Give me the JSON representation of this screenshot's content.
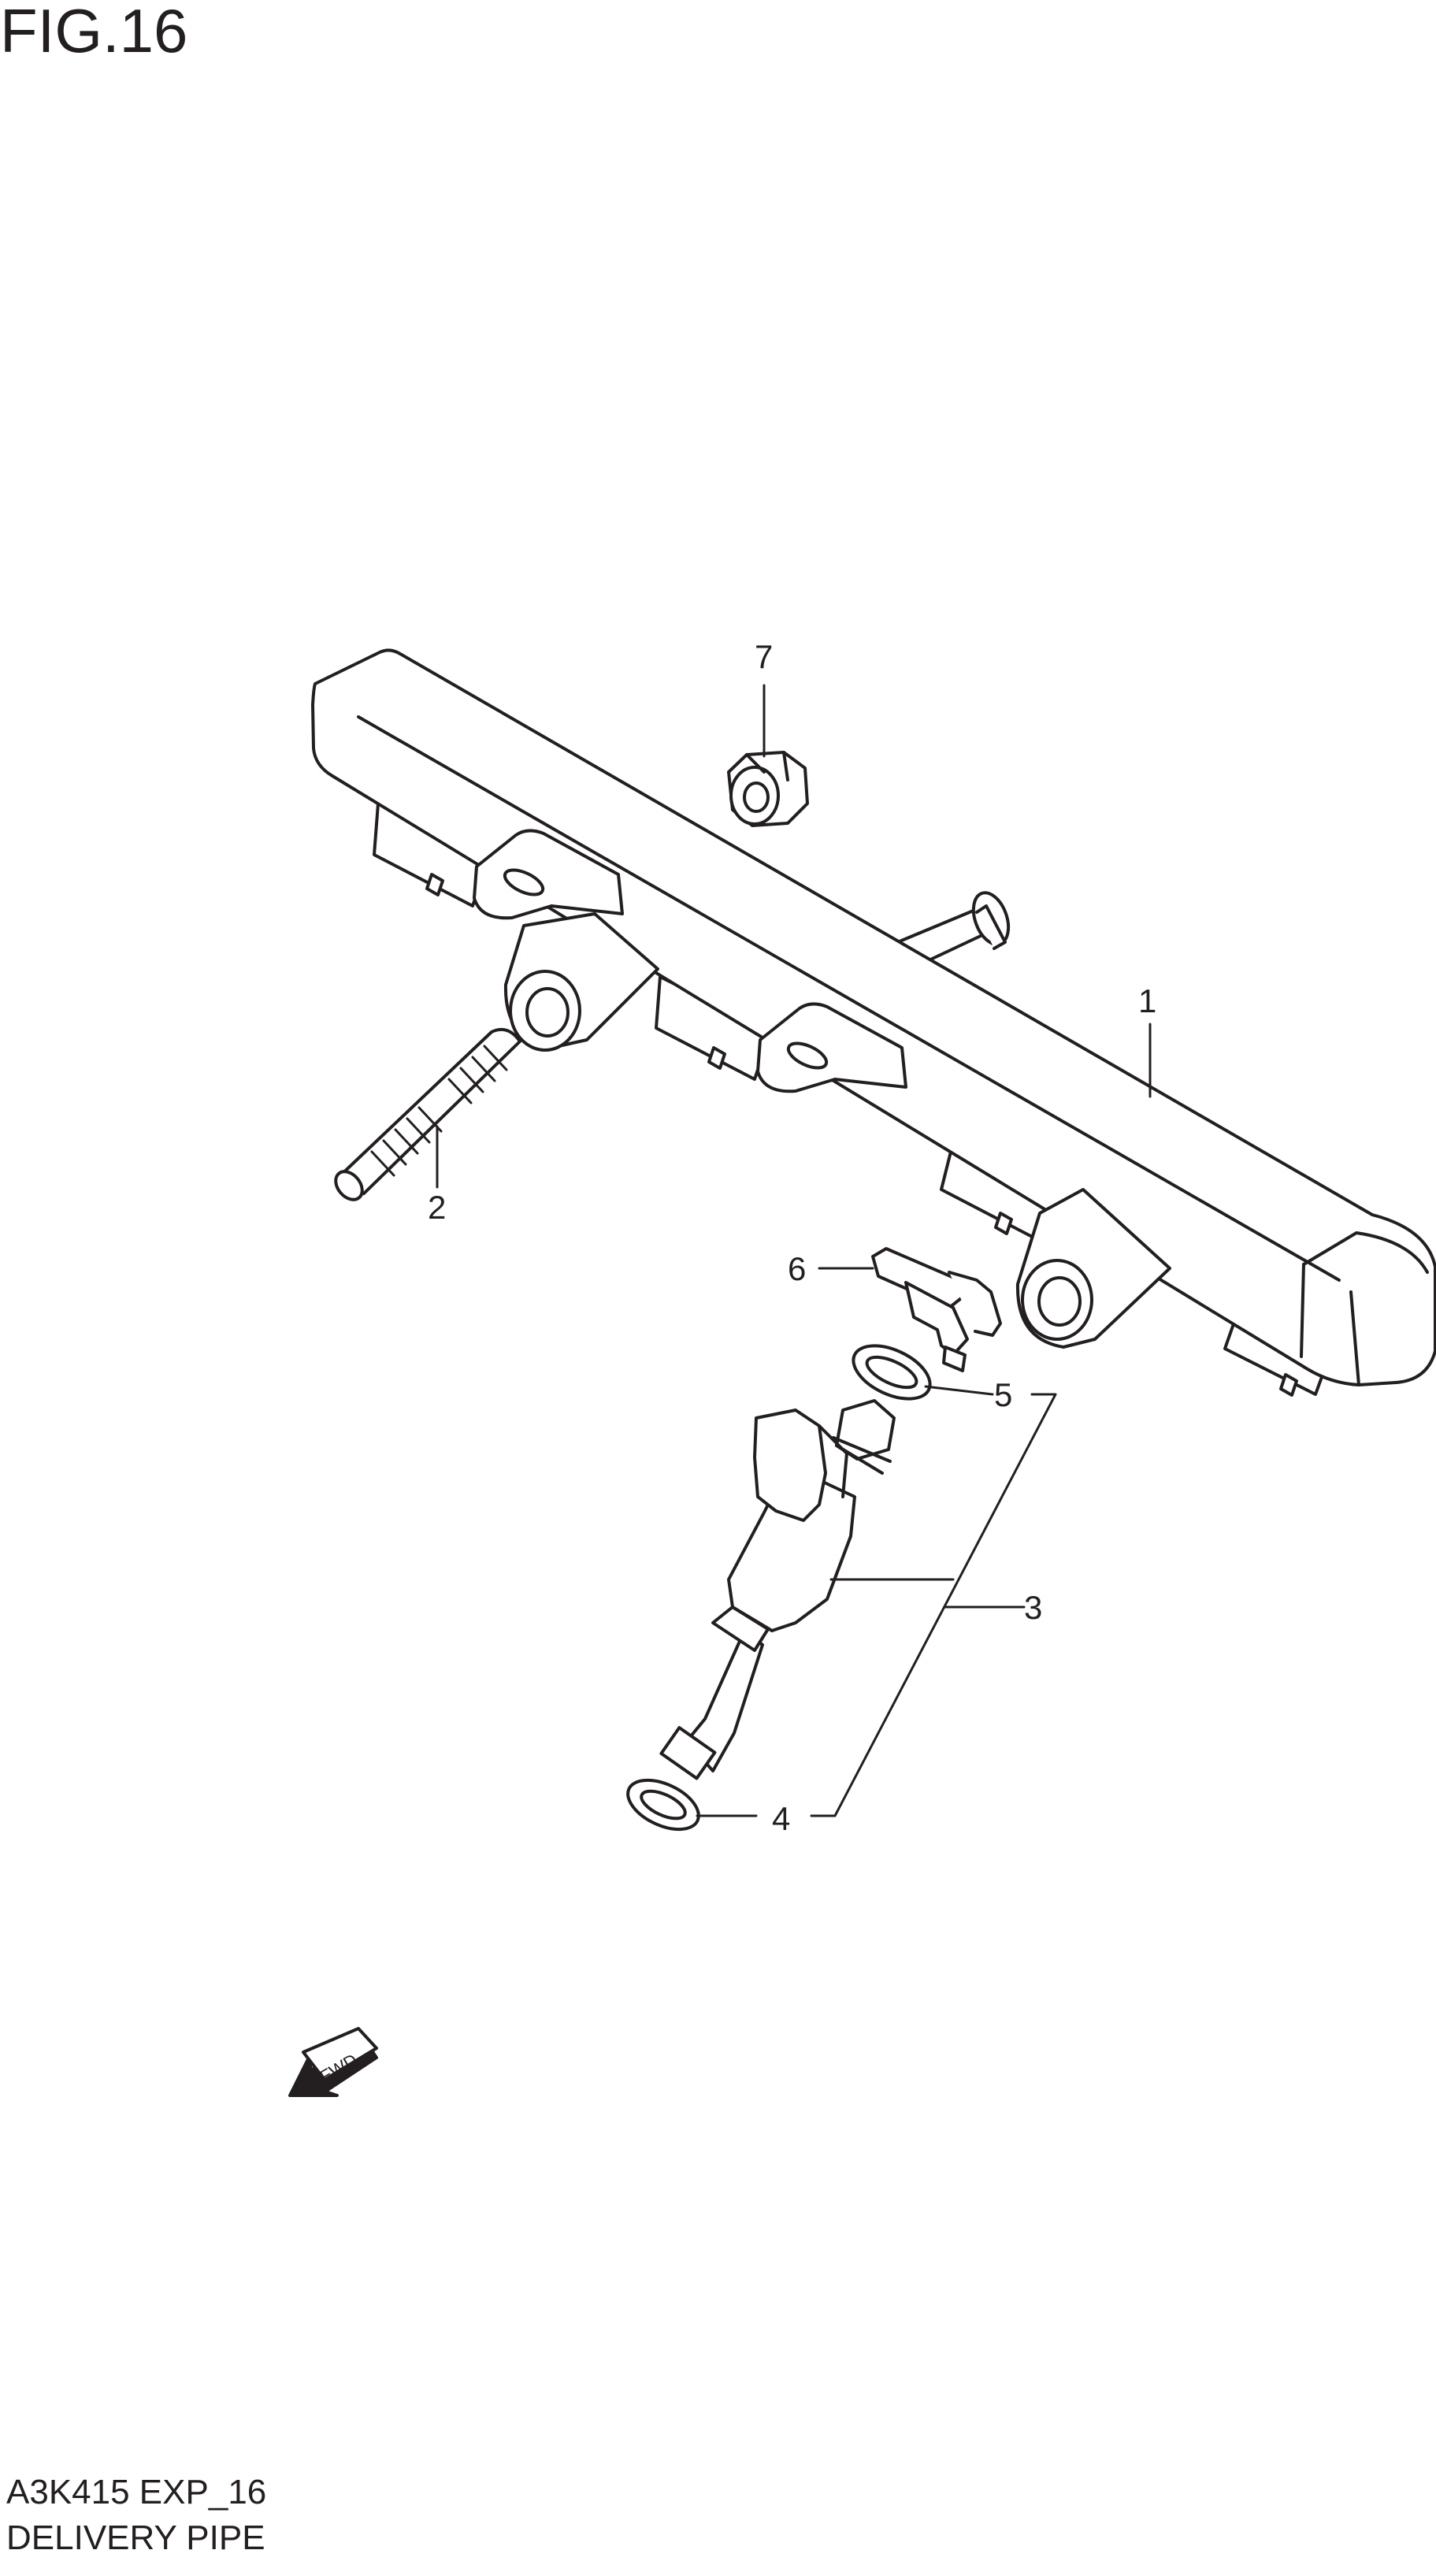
{
  "header": {
    "figure": "FIG.16"
  },
  "callouts": [
    {
      "id": "callout-1",
      "label": "1"
    },
    {
      "id": "callout-2",
      "label": "2"
    },
    {
      "id": "callout-3",
      "label": "3"
    },
    {
      "id": "callout-4",
      "label": "4"
    },
    {
      "id": "callout-5",
      "label": "5"
    },
    {
      "id": "callout-6",
      "label": "6"
    },
    {
      "id": "callout-7",
      "label": "7"
    }
  ],
  "direction_marker": {
    "label": "FWD"
  },
  "footer": {
    "code": "A3K415 EXP_16",
    "name": "DELIVERY PIPE"
  },
  "colors": {
    "line": "#231f20",
    "fill": "#ffffff"
  }
}
